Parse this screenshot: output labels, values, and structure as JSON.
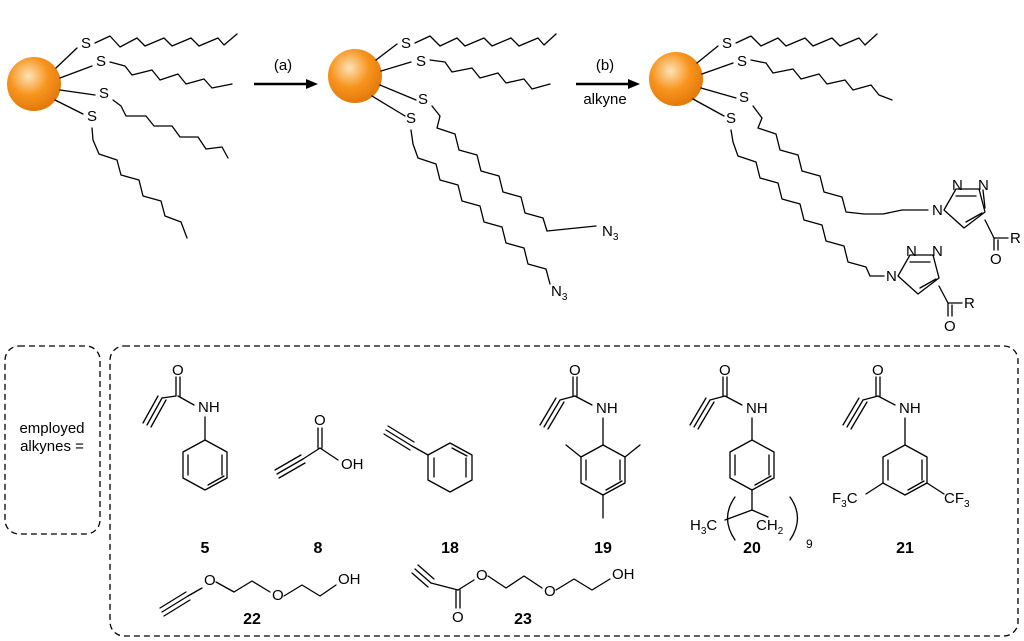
{
  "steps": {
    "a_label": "(a)",
    "b_label": "(b)",
    "b_reagent": "alkyne"
  },
  "atoms": {
    "sulfur": "S",
    "azide": "N",
    "azide_sub": "3",
    "oxygen": "O",
    "nitrogen": "N",
    "r_group": "R",
    "nh": "NH",
    "oh": "OH"
  },
  "box": {
    "employed_line1": "employed",
    "employed_line2": "alkynes ="
  },
  "compounds": {
    "c5": "5",
    "c8": "8",
    "c18": "18",
    "c19": "19",
    "c20": "20",
    "c21": "21",
    "c22": "22",
    "c23": "23"
  },
  "c20_chain": {
    "h3c": "H",
    "h3c_sub": "3",
    "c": "C",
    "ch": "CH",
    "ch_sub": "2",
    "repeat": "9"
  },
  "c21_cf3": {
    "f3c_f": "F",
    "f3c_sub": "3",
    "f3c_c": "C",
    "cf3_c": "CF",
    "cf3_sub": "3"
  },
  "colors": {
    "nanoparticle": "#f7941d",
    "nanoparticle_highlight": "#fde2b8"
  }
}
